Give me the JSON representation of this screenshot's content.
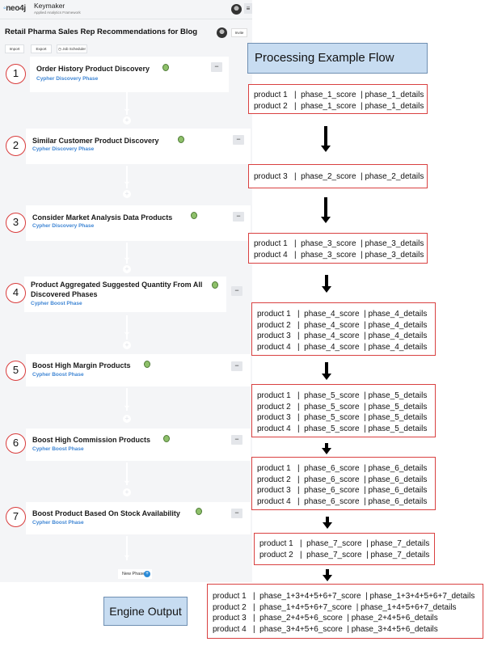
{
  "app": {
    "logo": "neo4j",
    "name": "Keymaker",
    "subtitle": "Applied Analytics Framework",
    "menu_icon": "≡",
    "page_title": "Retail Pharma Sales Rep Recommendations for Blog",
    "invite_label": "Invite",
    "toolbar": {
      "import_label": "Import",
      "export_label": "Export",
      "scheduler_label": "Job Scheduler",
      "scheduler_icon": "clock-icon"
    },
    "phases": [
      {
        "step": "1",
        "title": "Order History Product Discovery",
        "subtitle": "Cypher Discovery Phase",
        "status_color": "#8ec06a"
      },
      {
        "step": "2",
        "title": "Similar Customer Product Discovery",
        "subtitle": "Cypher Discovery Phase",
        "status_color": "#8ec06a"
      },
      {
        "step": "3",
        "title": "Consider Market Analysis Data Products",
        "subtitle": "Cypher Discovery Phase",
        "status_color": "#8ec06a"
      },
      {
        "step": "4",
        "title": "Product Aggregated Suggested Quantity From All Discovered Phases",
        "subtitle": "Cypher Boost Phase",
        "status_color": "#8ec06a"
      },
      {
        "step": "5",
        "title": "Boost High Margin Products",
        "subtitle": "Cypher Boost Phase",
        "status_color": "#8ec06a"
      },
      {
        "step": "6",
        "title": "Boost High Commission Products",
        "subtitle": "Cypher Boost Phase",
        "status_color": "#8ec06a"
      },
      {
        "step": "7",
        "title": "Boost Product Based On Stock Availability",
        "subtitle": "Cypher Boost Phase",
        "status_color": "#8ec06a"
      }
    ],
    "collapse_symbol": "−",
    "new_phase_label": "New Phase",
    "new_phase_icon": "+"
  },
  "flow": {
    "title": "Processing Example Flow",
    "engine_output_label": "Engine Output",
    "boxes": [
      {
        "rows": [
          "product 1   |  phase_1_score  | phase_1_details",
          "product 2   |  phase_1_score  | phase_1_details"
        ]
      },
      {
        "rows": [
          "product 3   |  phase_2_score  | phase_2_details"
        ]
      },
      {
        "rows": [
          "product 1   |  phase_3_score  | phase_3_details",
          "product 4   |  phase_3_score  | phase_3_details"
        ]
      },
      {
        "rows": [
          "product 1   |  phase_4_score  | phase_4_details",
          "product 2   |  phase_4_score  | phase_4_details",
          "product 3   |  phase_4_score  | phase_4_details",
          "product 4   |  phase_4_score  | phase_4_details"
        ]
      },
      {
        "rows": [
          "product 1   |  phase_5_score  | phase_5_details",
          "product 2   |  phase_5_score  | phase_5_details",
          "product 3   |  phase_5_score  | phase_5_details",
          "product 4   |  phase_5_score  | phase_5_details"
        ]
      },
      {
        "rows": [
          "product 1   |  phase_6_score  | phase_6_details",
          "product 2   |  phase_6_score  | phase_6_details",
          "product 3   |  phase_6_score  | phase_6_details",
          "product 4   |  phase_6_score  | phase_6_details"
        ]
      },
      {
        "rows": [
          "product 1   |  phase_7_score  | phase_7_details",
          "product 2   |  phase_7_score  | phase_7_details"
        ]
      },
      {
        "rows": [
          "product 1   |  phase_1+3+4+5+6+7_score  | phase_1+3+4+5+6+7_details",
          "product 2   |  phase_1+4+5+6+7_score  | phase_1+4+5+6+7_details",
          "product 3   |  phase_2+4+5+6_score  | phase_2+4+5+6_details",
          "product 4   |  phase_3+4+5+6_score  | phase_3+4+5+6_details"
        ]
      }
    ]
  }
}
